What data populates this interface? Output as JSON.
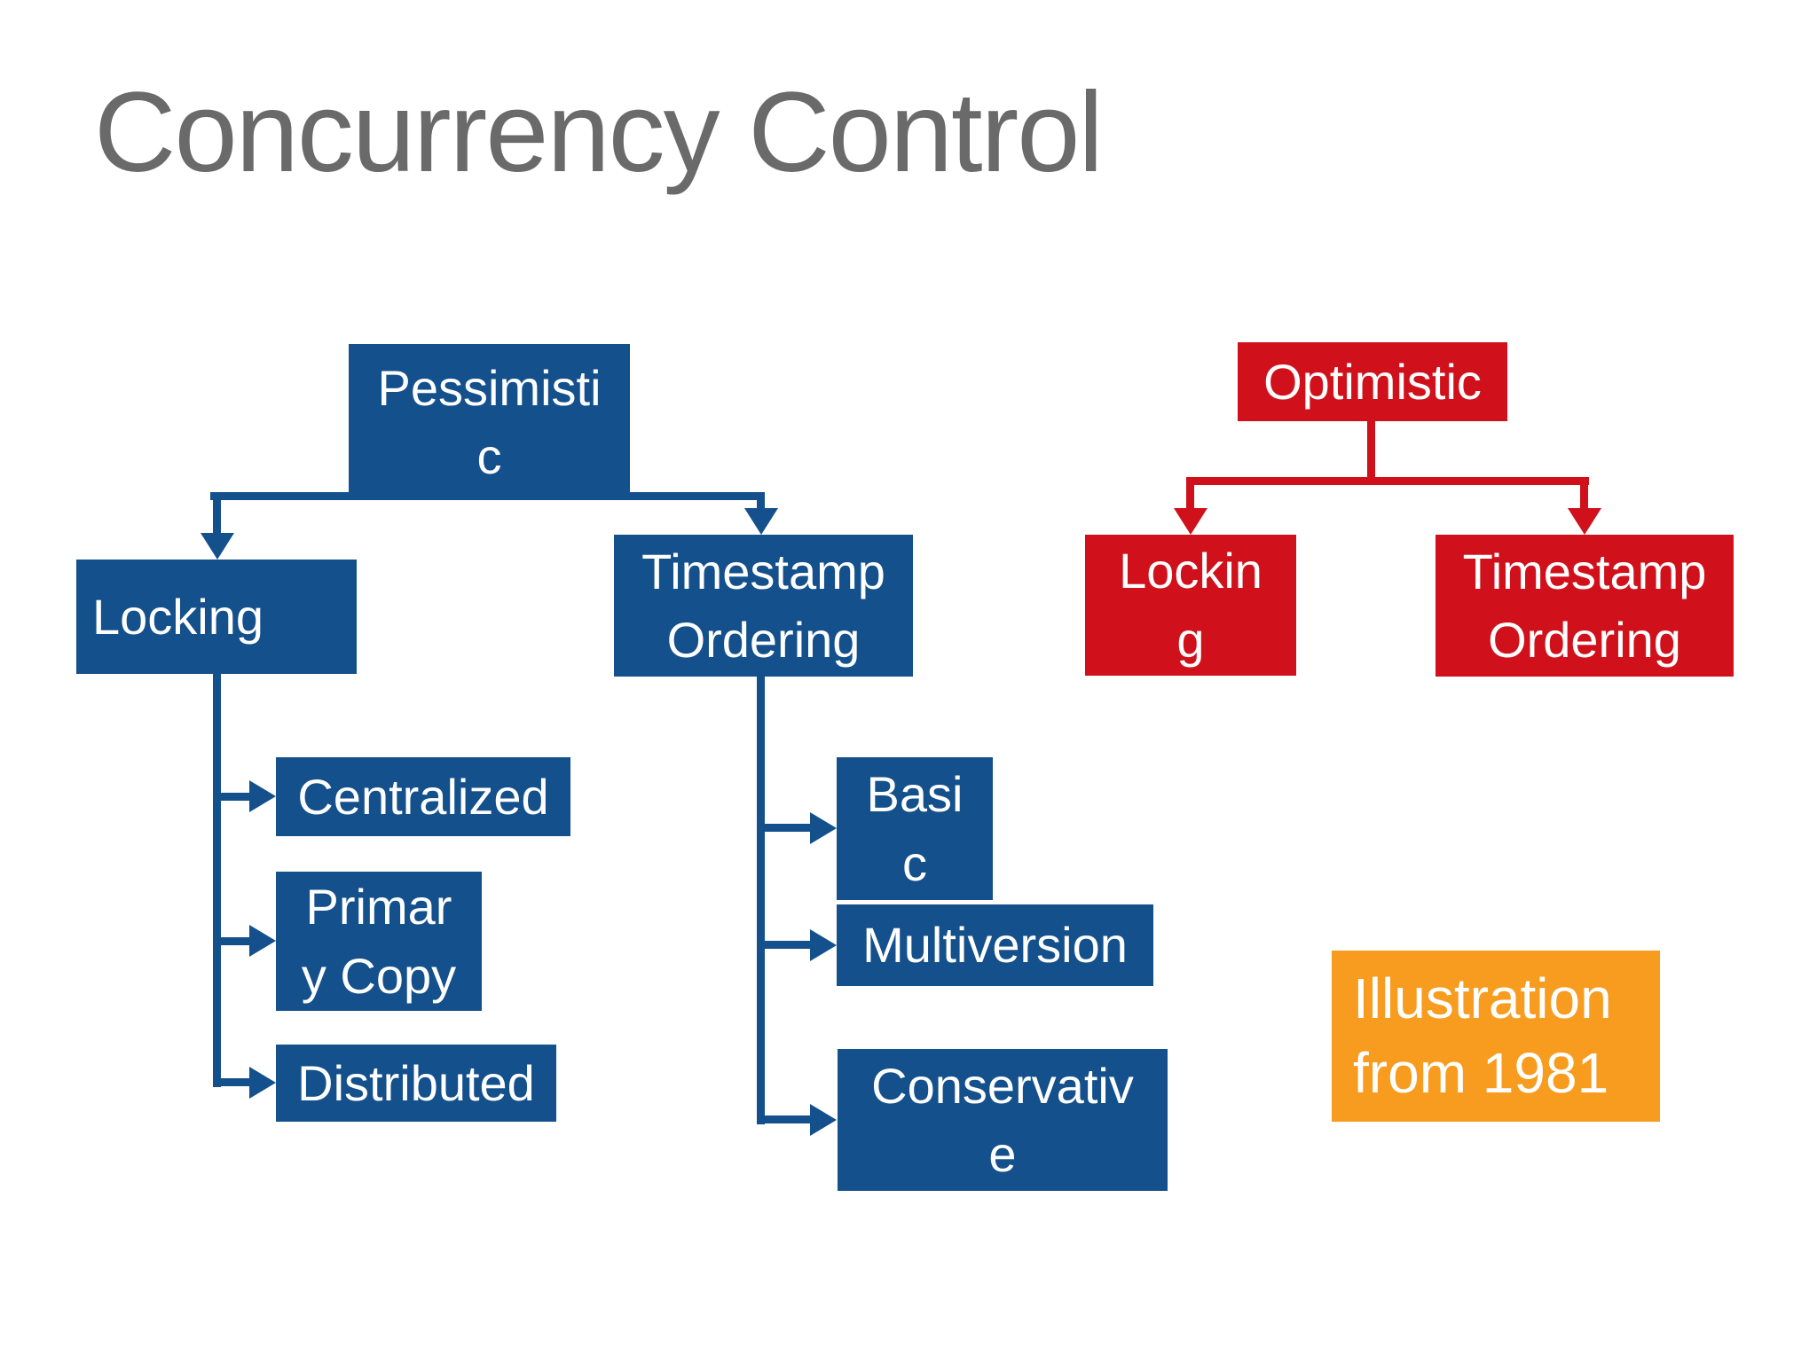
{
  "slide_title": "Concurrency Control",
  "colors": {
    "box_blue": "#14508C",
    "box_red": "#D0111B",
    "note_orange": "#F79C1F",
    "title_gray": "#6A6A6A",
    "label_white": "#FFFFFF",
    "background": "#FFFFFF"
  },
  "pessimistic_tree": {
    "root": {
      "label": "Pessimistic",
      "lines": [
        "Pessimisti",
        "c"
      ]
    },
    "locking": {
      "label": "Locking",
      "lines": [
        "Locking"
      ]
    },
    "timestamp_ordering": {
      "label": "Timestamp Ordering",
      "lines": [
        "Timestamp",
        "Ordering"
      ]
    },
    "locking_children": [
      {
        "label": "Centralized",
        "lines": [
          "Centralized"
        ]
      },
      {
        "label": "Primary Copy",
        "lines": [
          "Primar",
          "y Copy"
        ]
      },
      {
        "label": "Distributed",
        "lines": [
          "Distributed"
        ]
      }
    ],
    "timestamp_children": [
      {
        "label": "Basic",
        "lines": [
          "Basi",
          "c"
        ]
      },
      {
        "label": "Multiversion",
        "lines": [
          "Multiversion"
        ]
      },
      {
        "label": "Conservative",
        "lines": [
          "Conservativ",
          "e"
        ]
      }
    ]
  },
  "optimistic_tree": {
    "root": {
      "label": "Optimistic",
      "lines": [
        "Optimistic"
      ]
    },
    "children": [
      {
        "label": "Locking",
        "lines": [
          "Lockin",
          "g"
        ]
      },
      {
        "label": "Timestamp Ordering",
        "lines": [
          "Timestamp",
          "Ordering"
        ]
      }
    ]
  },
  "annotation": {
    "label": "Illustration from 1981",
    "lines": [
      "Illustration",
      "from 1981"
    ]
  }
}
